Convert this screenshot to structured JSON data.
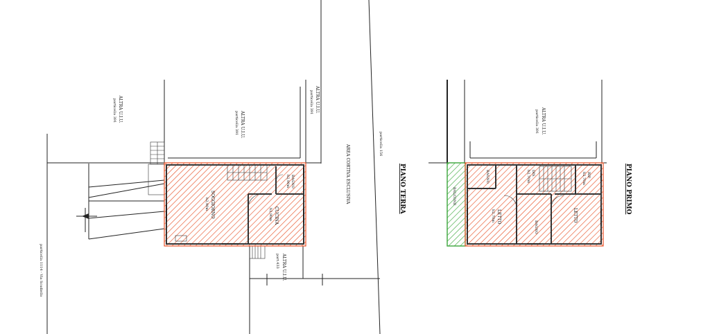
{
  "colors": {
    "hatch_red": "#e8542a",
    "hatch_green": "#3aa63a",
    "lines": "#222222"
  },
  "ground_floor": {
    "title": "PIANO TERRA",
    "rooms": {
      "soggiorno": {
        "name": "SOGGIORNO",
        "detail": "h2,90m"
      },
      "cucina": {
        "name": "CUCINA",
        "detail": "h2,90m"
      },
      "bagno": {
        "name": "BAGNO",
        "detail": "h2,90m"
      }
    },
    "labels": {
      "altra_uiu_left": "ALTRA U.I.U.",
      "altra_uiu_left_ref": "particella 391",
      "altra_uiu_center": "ALTRA U.I.U.",
      "altra_uiu_center_ref": "particella 391",
      "altra_uiu_right": "ALTRA U.I.U.",
      "altra_uiu_right_ref": "particella 391",
      "area_cortiva": "AREA CORTIVA ESCLUSIVA",
      "particella_156": "particella 156",
      "altra_uiu_bottom": "ALTRA U.I.U.",
      "altra_uiu_bottom_ref": "part.433",
      "street": "particella 1114 - Via Scudiello"
    }
  },
  "first_floor": {
    "title": "PIANO PRIMO",
    "labels": {
      "altra_uiu": "ALTRA U.I.U.",
      "altra_uiu_ref": "particella 391"
    },
    "rooms": {
      "balcone": {
        "name": "BALCONE"
      },
      "bagno": {
        "name": "BAGNO"
      },
      "letto_1": {
        "name": "LETTO",
        "detail": "h2,70m"
      },
      "dis": {
        "name": "DIS.",
        "detail": "h2,70m"
      },
      "rip": {
        "name": "RIP.",
        "detail": "h2,70m"
      },
      "letto_2": {
        "name": "LETTO"
      },
      "bagno_2": {
        "name": "BAGNO"
      }
    }
  }
}
